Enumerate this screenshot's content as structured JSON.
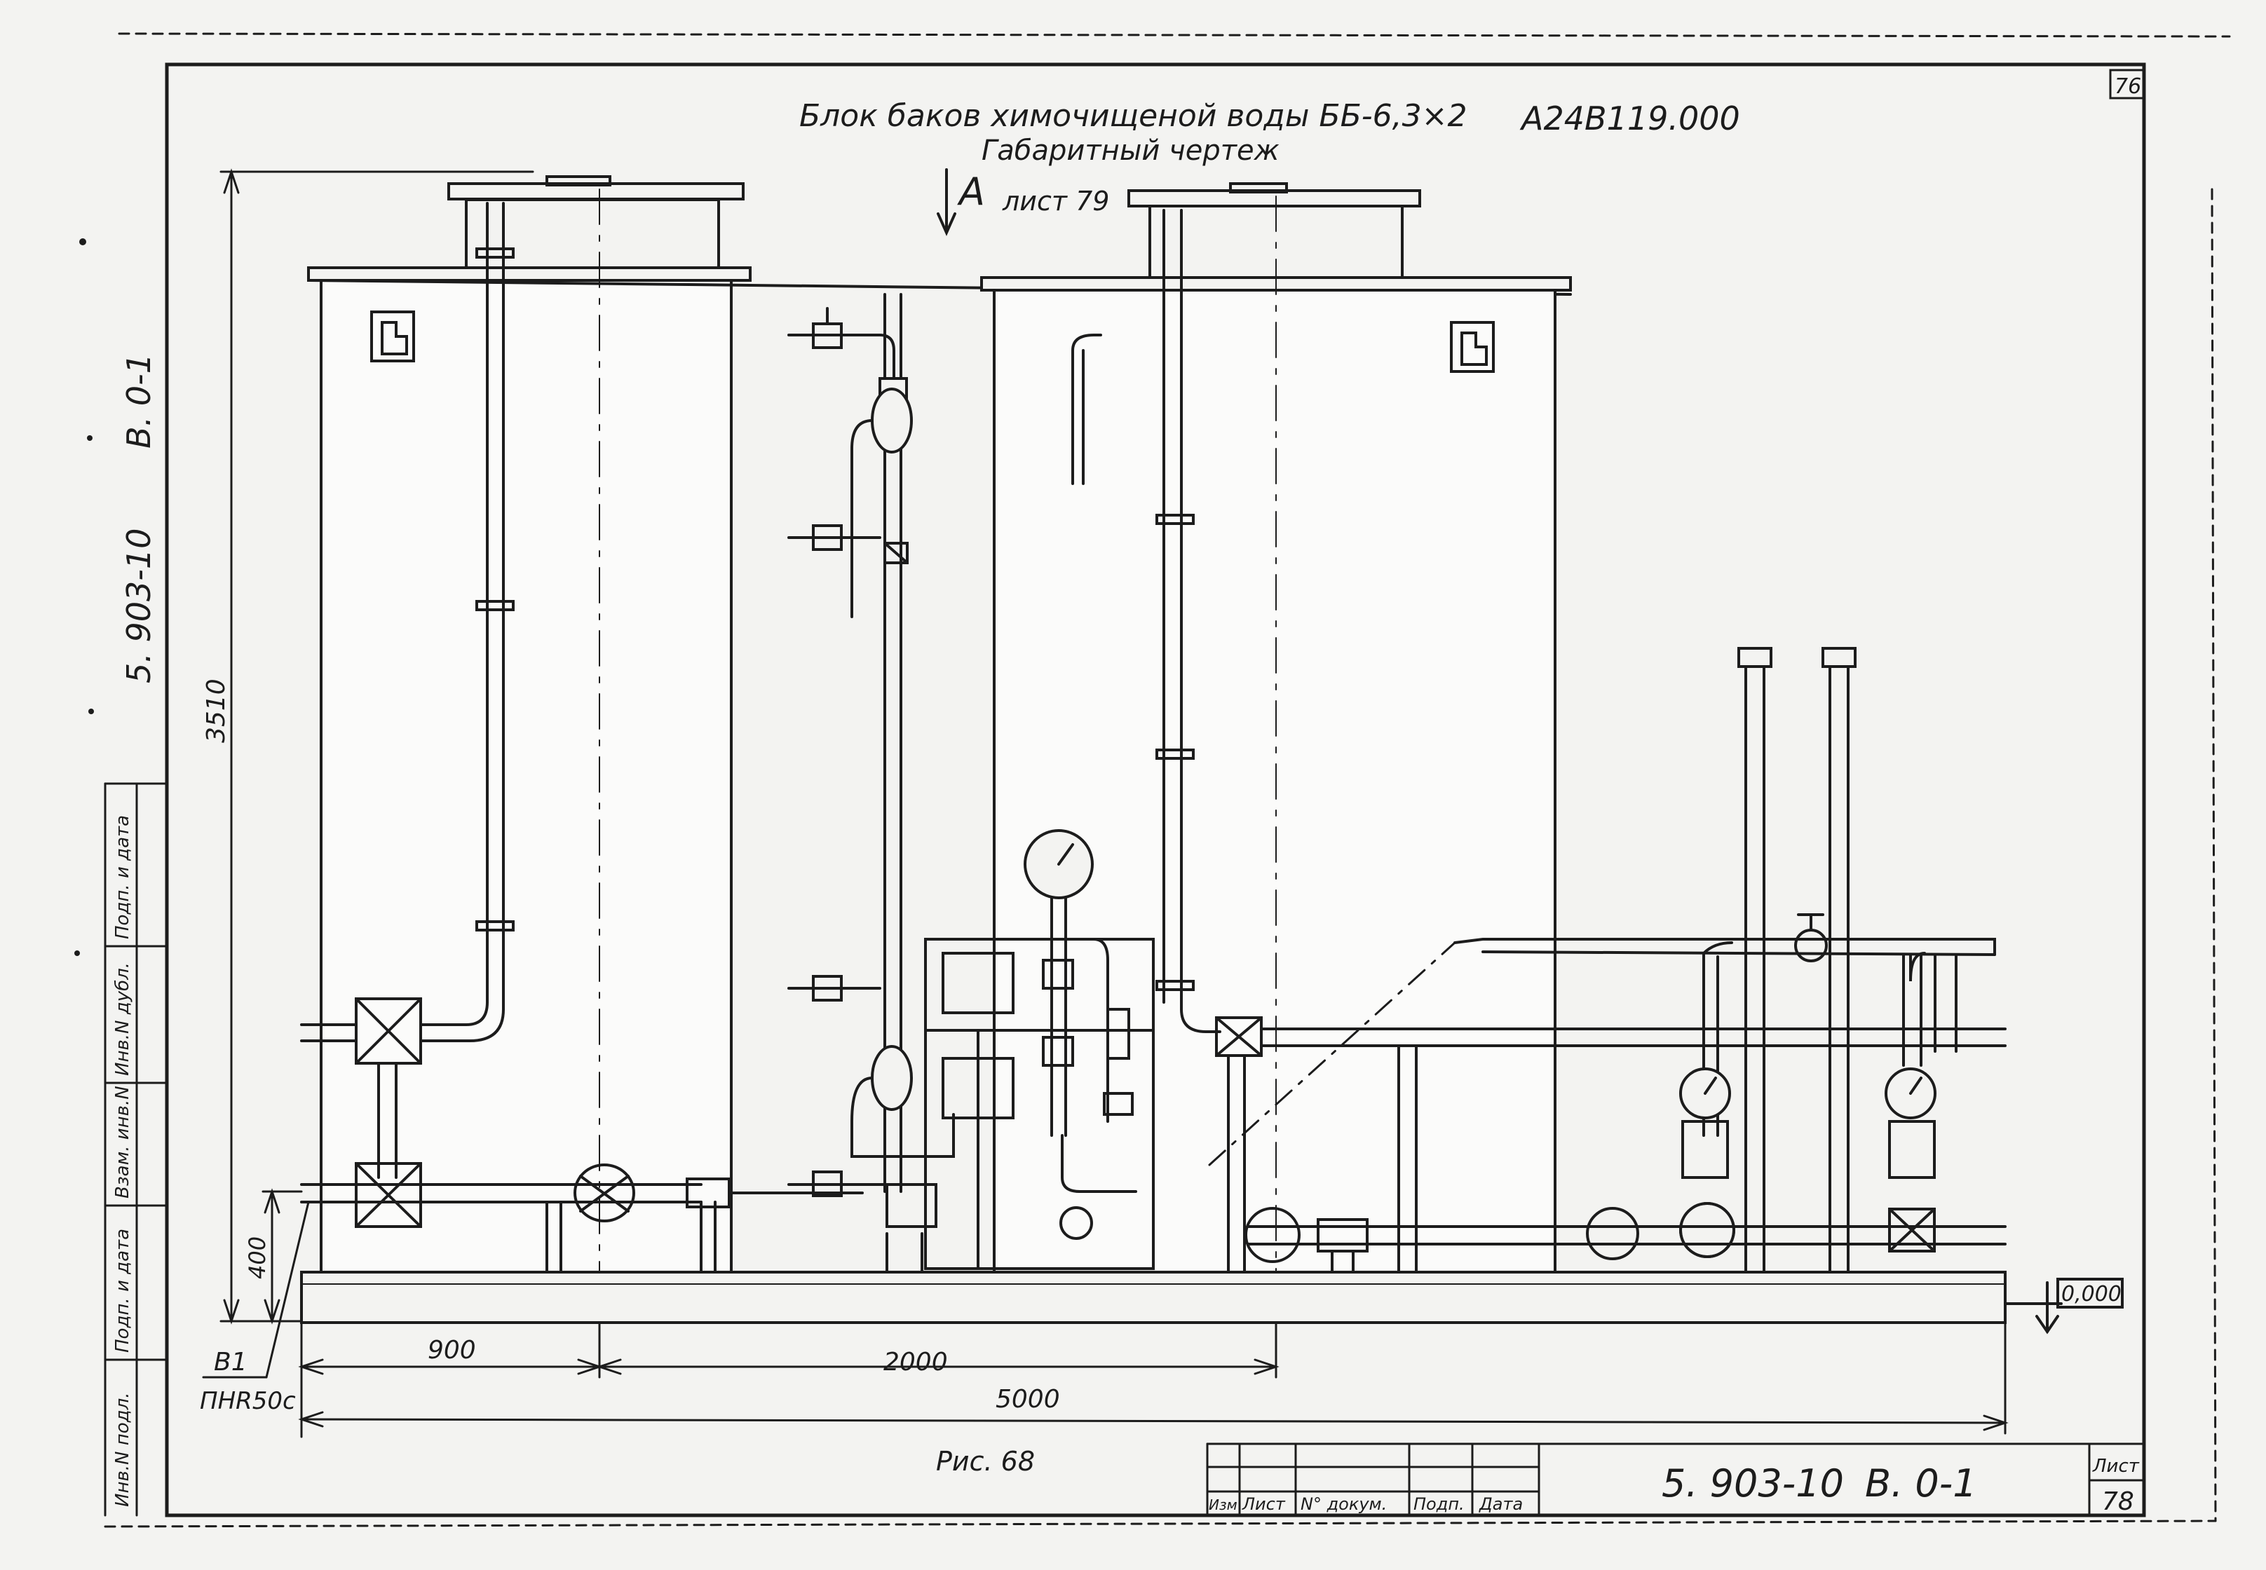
{
  "title": {
    "line1": "Блок баков химочищеной воды ББ-6,3×2",
    "line2": "Габаритный чертеж",
    "code": "А24В119.000"
  },
  "view_ref": {
    "letter": "А",
    "text": "лист 79"
  },
  "sheet_corner_number": "76",
  "side_margin": {
    "doc": "5. 903-10",
    "part": "В. 0-1",
    "fields": [
      "Инв.N подл.",
      "Подп. и дата",
      "Взам. инв.N",
      "Инв.N дубл.",
      "Подп. и дата"
    ]
  },
  "dimensions": {
    "height_total": "3510",
    "height_base": "400",
    "dim_900": "900",
    "dim_2000": "2000",
    "dim_5000": "5000",
    "level": "0,000"
  },
  "callout": {
    "ref": "В1",
    "spec": "ПНR50с"
  },
  "figure_caption": "Рис. 68",
  "stamp": {
    "headers": [
      "Изм",
      "Лист",
      "N° докум.",
      "Подп.",
      "Дата"
    ],
    "doc_code": "5. 903-10",
    "part": "В. 0-1",
    "sheet_label": "Лист",
    "sheet_number": "78"
  },
  "colors": {
    "ink": "#1c1c1c",
    "paper": "#f3f3f1",
    "tank_fill": "#fbfbfa"
  }
}
